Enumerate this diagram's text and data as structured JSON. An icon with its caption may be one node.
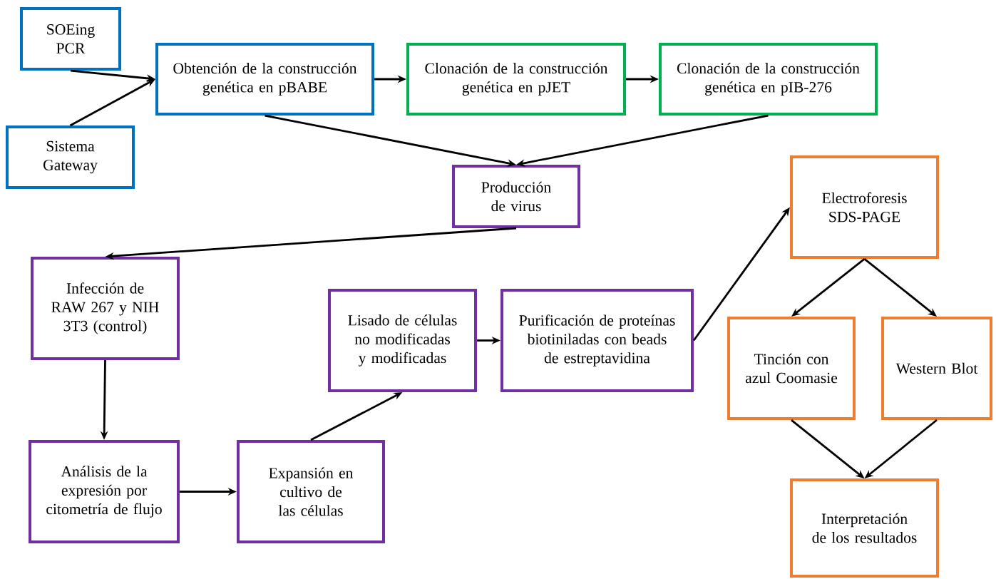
{
  "diagram": {
    "nodes": [
      {
        "text": [
          "SOEing PCR"
        ]
      },
      {
        "text": [
          "Sistema Gateway"
        ]
      },
      {
        "text": [
          "Obtención de la construcción genética en pBABE"
        ]
      },
      {
        "text": [
          "Clonación de la construcción genética en pJET"
        ]
      },
      {
        "text": [
          "Clonación de la construcción genética en pIB-276"
        ]
      },
      {
        "text": [
          "Producción de virus"
        ]
      },
      {
        "text": [
          "Infección de RAW 267  y NIH 3T3 (control)"
        ]
      },
      {
        "text": [
          "Análisis de la expresión por citometría de flujo"
        ]
      },
      {
        "text": [
          "Expansión en cultivo de las células"
        ]
      },
      {
        "text": [
          "Lisado de células no modificadas y modificadas"
        ]
      },
      {
        "text": [
          "Purificación de proteínas biotiniladas con beads de estreptavidina"
        ]
      },
      {
        "text": [
          "Electroforesis SDS-PAGE"
        ]
      },
      {
        "text": [
          "Tinción con azul Coomasie"
        ]
      },
      {
        "text": [
          "Western Blot"
        ]
      },
      {
        "text": [
          "Interpretación de los resultados"
        ]
      }
    ],
    "edges": [
      {
        "from": 0,
        "to": 2,
        "arrow": "to"
      },
      {
        "from": 1,
        "to": 2,
        "arrow": "to"
      },
      {
        "from": 2,
        "to": 3,
        "arrow": "to"
      },
      {
        "from": 3,
        "to": 4,
        "arrow": "to"
      },
      {
        "from": 2,
        "to": 5,
        "arrow": "to"
      },
      {
        "from": 4,
        "to": 5,
        "arrow": "to"
      },
      {
        "from": 5,
        "to": 6,
        "arrow": "to"
      },
      {
        "from": 6,
        "to": 7,
        "arrow": "to"
      },
      {
        "from": 7,
        "to": 8,
        "arrow": "to"
      },
      {
        "from": 8,
        "to": 9,
        "arrow": "to"
      },
      {
        "from": 9,
        "to": 10,
        "arrow": "to"
      },
      {
        "from": 10,
        "to": 11,
        "arrow": "to"
      },
      {
        "from": 11,
        "to": 12,
        "arrow": "to"
      },
      {
        "from": 11,
        "to": 13,
        "arrow": "to"
      },
      {
        "from": 12,
        "to": 14,
        "arrow": "to"
      },
      {
        "from": 13,
        "to": 14,
        "arrow": "to"
      }
    ]
  }
}
